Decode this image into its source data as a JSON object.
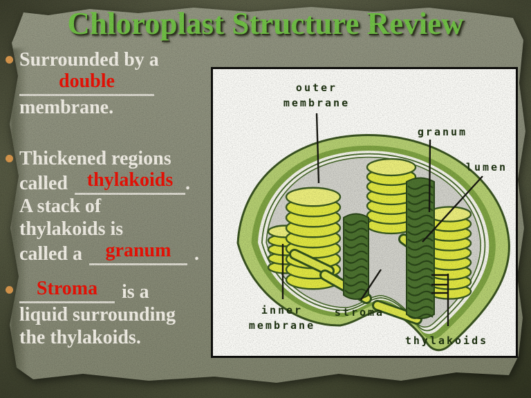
{
  "slide": {
    "title": "Chloroplast Structure Review"
  },
  "bullets": {
    "b1": {
      "line1": "Surrounded by a",
      "answer": "double",
      "line3": "membrane."
    },
    "b2": {
      "line1": "Thickened regions",
      "line2_prefix": "called",
      "answer1": "thylakoids",
      "line2_suffix": ".",
      "line3": "A stack of",
      "line4": "thylakoids is",
      "line5_prefix": "called a",
      "answer2": "granum",
      "line5_suffix": "."
    },
    "b3": {
      "answer": "Stroma",
      "line1_suffix": "is a",
      "line2": "liquid surrounding",
      "line3": "the thylakoids."
    }
  },
  "diagram": {
    "labels": {
      "outer_membrane_line1": "outer",
      "outer_membrane_line2": "membrane",
      "granum": "granum",
      "lumen": "lumen",
      "inner_membrane_line1": "inner",
      "inner_membrane_line2": "membrane",
      "stroma": "stroma",
      "thylakoids": "thylakoids"
    }
  },
  "colors": {
    "title_green": "#72c347",
    "answer_red": "#ee1206",
    "bullet_orange": "#dd9a4e",
    "body_text": "#f6f3ea",
    "paper": "#8a8d7a",
    "background_olive": "#4c503a",
    "chloroplast_outer": "#b6d072",
    "chloroplast_band": "#7fa443",
    "granum_yellow": "#e3e943",
    "thylakoid_dark_green": "#4d7330",
    "stroma_gray": "#d3d3cc"
  }
}
